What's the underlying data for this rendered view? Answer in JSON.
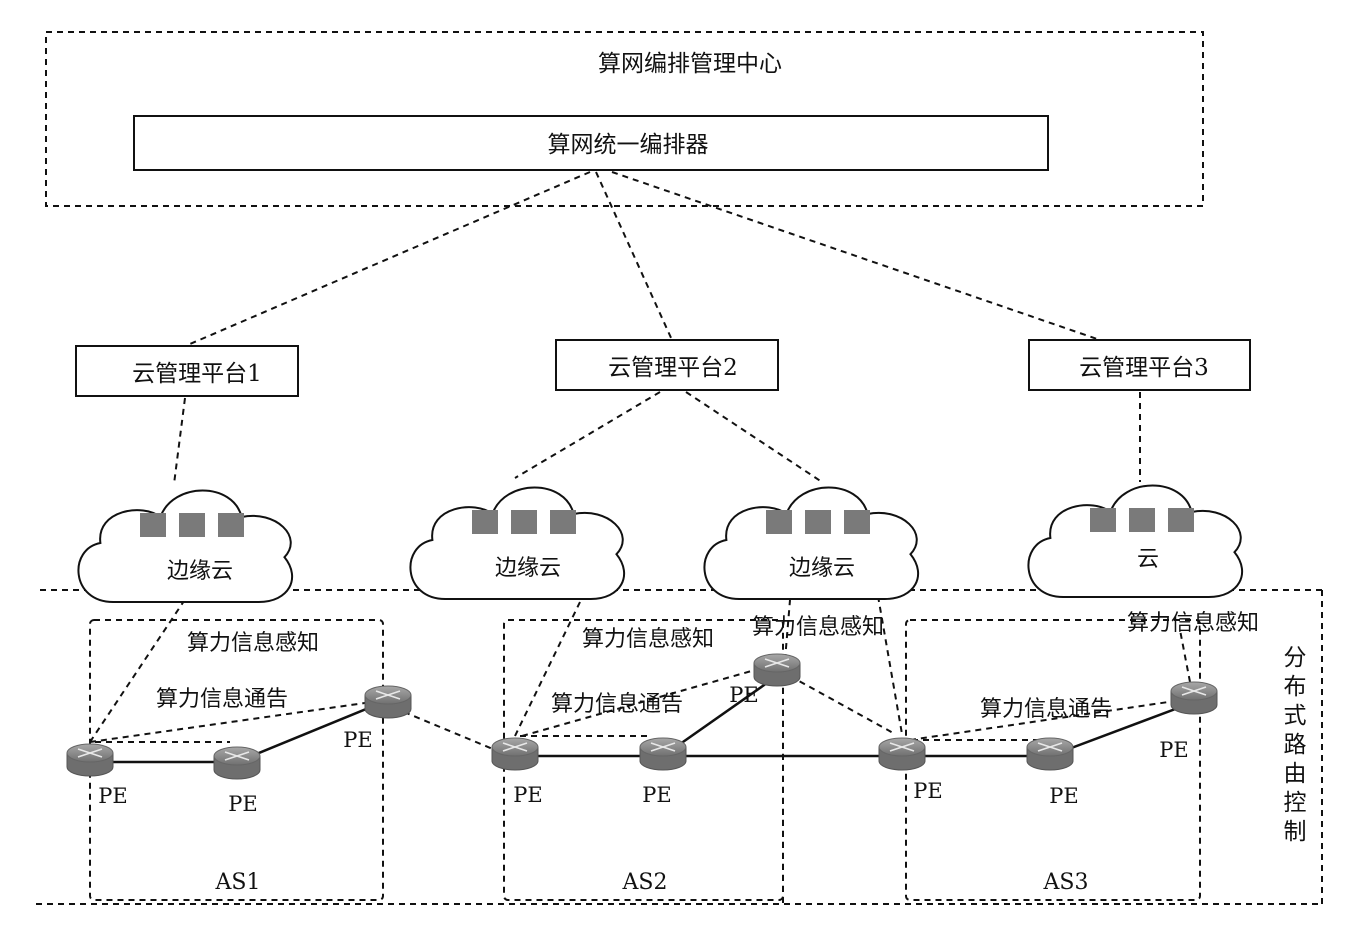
{
  "center": {
    "title": "算网编排管理中心",
    "orchestrator": "算网统一编排器"
  },
  "platforms": [
    "云管理平台1",
    "云管理平台2",
    "云管理平台3"
  ],
  "clouds": [
    "边缘云",
    "边缘云",
    "边缘云",
    "云"
  ],
  "domain_label": "分布式路由控制",
  "as_labels": [
    "AS1",
    "AS2",
    "AS3"
  ],
  "router_label": "PE",
  "annotations": {
    "as1_perception": "算力信息感知",
    "as1_notification": "算力信息通告",
    "as2_perception": "算力信息感知",
    "as2_notification": "算力信息通告",
    "as2b_perception": "算力信息感知",
    "as3_perception": "算力信息感知",
    "as3_notification": "算力信息通告"
  },
  "colors": {
    "line": "#111111",
    "server_block": "#7a7a7a",
    "router_body": "#8c8c8c"
  }
}
